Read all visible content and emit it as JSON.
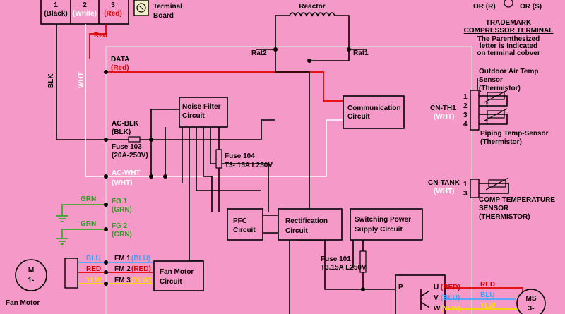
{
  "terminal": {
    "t1_num": "1",
    "t1_col": "(Black)",
    "t2_num": "2",
    "t2_col": "(White)",
    "t3_num": "3",
    "t3_col": "(Red)",
    "legend_line1": "Terminal",
    "legend_line2": "Board"
  },
  "compressor": {
    "or_r": "OR (R)",
    "or_s": "OR (S)",
    "trademark": "TRADEMARK",
    "terminal": "COMPRESSOR TERMINAL",
    "note1": "The Parenthesized",
    "note2": "letter is Indicated",
    "note3": "on terminal cobver"
  },
  "wires": {
    "red": "Red",
    "blk": "BLK",
    "wht": "WHT",
    "data": "DATA",
    "data_red": "(Red)"
  },
  "reactor": {
    "title": "Reactor",
    "rat2": "Rat2",
    "rat1": "Rat1"
  },
  "boards": {
    "noise_filter_1": "Noise Filter",
    "noise_filter_2": "Circuit",
    "comm_1": "Communication",
    "comm_2": "Circuit",
    "pfc_1": "PFC",
    "pfc_2": "Circuit",
    "rect_1": "Rectification",
    "rect_2": "Circuit",
    "sps_1": "Switching Power",
    "sps_2": "Supply Circuit",
    "fan_1": "Fan Motor",
    "fan_2": "Circuit",
    "inv_p": "P"
  },
  "fuses": {
    "f103_1": "Fuse 103",
    "f103_2": "(20A-250V)",
    "f104_1": "Fuse 104",
    "f104_2": "T3- 15A L250V",
    "f101_1": "Fuse 101",
    "f101_2": "T3.15A L250V"
  },
  "mains": {
    "ac_blk": "AC-BLK",
    "ac_blk_c": "(BLK)",
    "ac_wht": "AC-WHT",
    "ac_wht_c": "(WHT)",
    "grn1": "GRN",
    "fg1": "FG 1",
    "fg1_c": "(GRN)",
    "grn2": "GRN",
    "fg2": "FG 2",
    "fg2_c": "(GRN)"
  },
  "fan": {
    "motor_m": "M",
    "motor_1": "1-",
    "motor_label": "Fan Motor",
    "fm1": "FM 1",
    "fm1_c": "(BLU)",
    "fm2": "FM 2",
    "fm2_c": "(RED)",
    "fm3": "FM 3",
    "fm3_c": "(YLW)",
    "blu": "BLU",
    "red": "RED",
    "ylw": "YLW"
  },
  "sensors": {
    "oat_1": "Outdoor Air Temp",
    "oat_2": "Sensor",
    "oat_3": "(Thermistor)",
    "cnth1": "CN-TH1",
    "cnth1_c": "(WHT)",
    "p1": "1",
    "p2": "2",
    "p3": "3",
    "p4": "4",
    "pipe_1": "Piping Temp-Sensor",
    "pipe_2": "(Thermistor)",
    "cntank": "CN-TANK",
    "cntank_c": "(WHT)",
    "q1": "1",
    "q3": "3",
    "comp_1": "COMP TEMPERATURE",
    "comp_2": "SENSOR",
    "comp_3": "(THERMISTOR)",
    "t1": "t",
    "t2": "t"
  },
  "output": {
    "u": "U",
    "u_c": "(RED)",
    "v": "V",
    "v_c": "(BLU)",
    "w": "W",
    "w_c": "(YLW)",
    "red": "RED",
    "blu": "BLU",
    "ylw": "YLW",
    "ms": "MS",
    "ms3": "3-"
  }
}
